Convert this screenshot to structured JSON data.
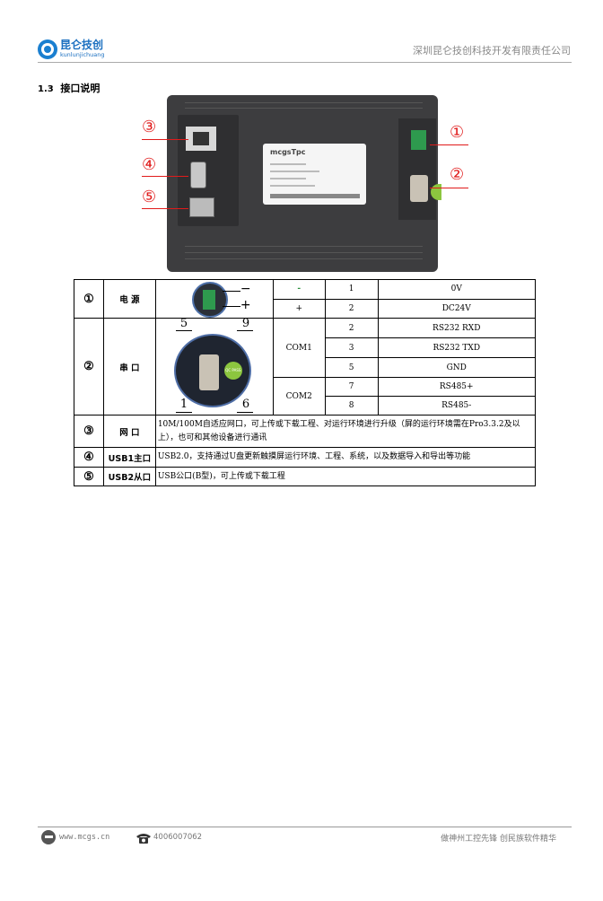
{
  "header": {
    "logo_cn": "昆仑技创",
    "logo_en": "kunlunjichuang",
    "company": "深圳昆仑技创科技开发有限责任公司"
  },
  "section": {
    "number": "1.3",
    "title": "接口说明",
    "full": "1.3 接口说明"
  },
  "device_photo": {
    "markers": [
      "③",
      "④",
      "⑤",
      "①",
      "②"
    ],
    "brand": "mcgsTpc"
  },
  "table": {
    "rows": [
      {
        "id": "①",
        "name": "电  源",
        "image": "power-terminal",
        "image_labels": [
          "−",
          "+"
        ],
        "signals": [
          {
            "group": "-",
            "pin": "1",
            "function": "0V"
          },
          {
            "group": "+",
            "pin": "2",
            "function": "DC24V"
          }
        ]
      },
      {
        "id": "②",
        "name": "串  口",
        "image": "db9-connector",
        "image_labels": [
          "5",
          "9",
          "1",
          "6"
        ],
        "image_badge": "QC PASS",
        "groups": [
          {
            "group": "COM1",
            "signals": [
              {
                "pin": "2",
                "function": "RS232 RXD"
              },
              {
                "pin": "3",
                "function": "RS232 TXD"
              },
              {
                "pin": "5",
                "function": "GND"
              }
            ]
          },
          {
            "group": "COM2",
            "signals": [
              {
                "pin": "7",
                "function": "RS485+"
              },
              {
                "pin": "8",
                "function": "RS485-"
              }
            ]
          }
        ]
      },
      {
        "id": "③",
        "name": "网  口",
        "description": "10M/100M自适应网口，可上传或下载工程、对运行环境进行升级（屏的运行环境需在Pro3.3.2及以上），也可和其他设备进行通讯"
      },
      {
        "id": "④",
        "name": "USB1主口",
        "description": "USB2.0，支持通过U盘更新触摸屏运行环境、工程、系统，以及数据导入和导出等功能"
      },
      {
        "id": "⑤",
        "name": "USB2从口",
        "description": "USB公口(B型)，可上传或下载工程"
      }
    ]
  },
  "footer": {
    "website": "www.mcgs.cn",
    "phone": "4006007062",
    "slogan": "做神州工控先锋 创民族软件精华"
  },
  "colors": {
    "accent_blue": "#1a6fc0",
    "marker_red": "#e01b1b",
    "terminal_green": "#2e9a4e"
  }
}
